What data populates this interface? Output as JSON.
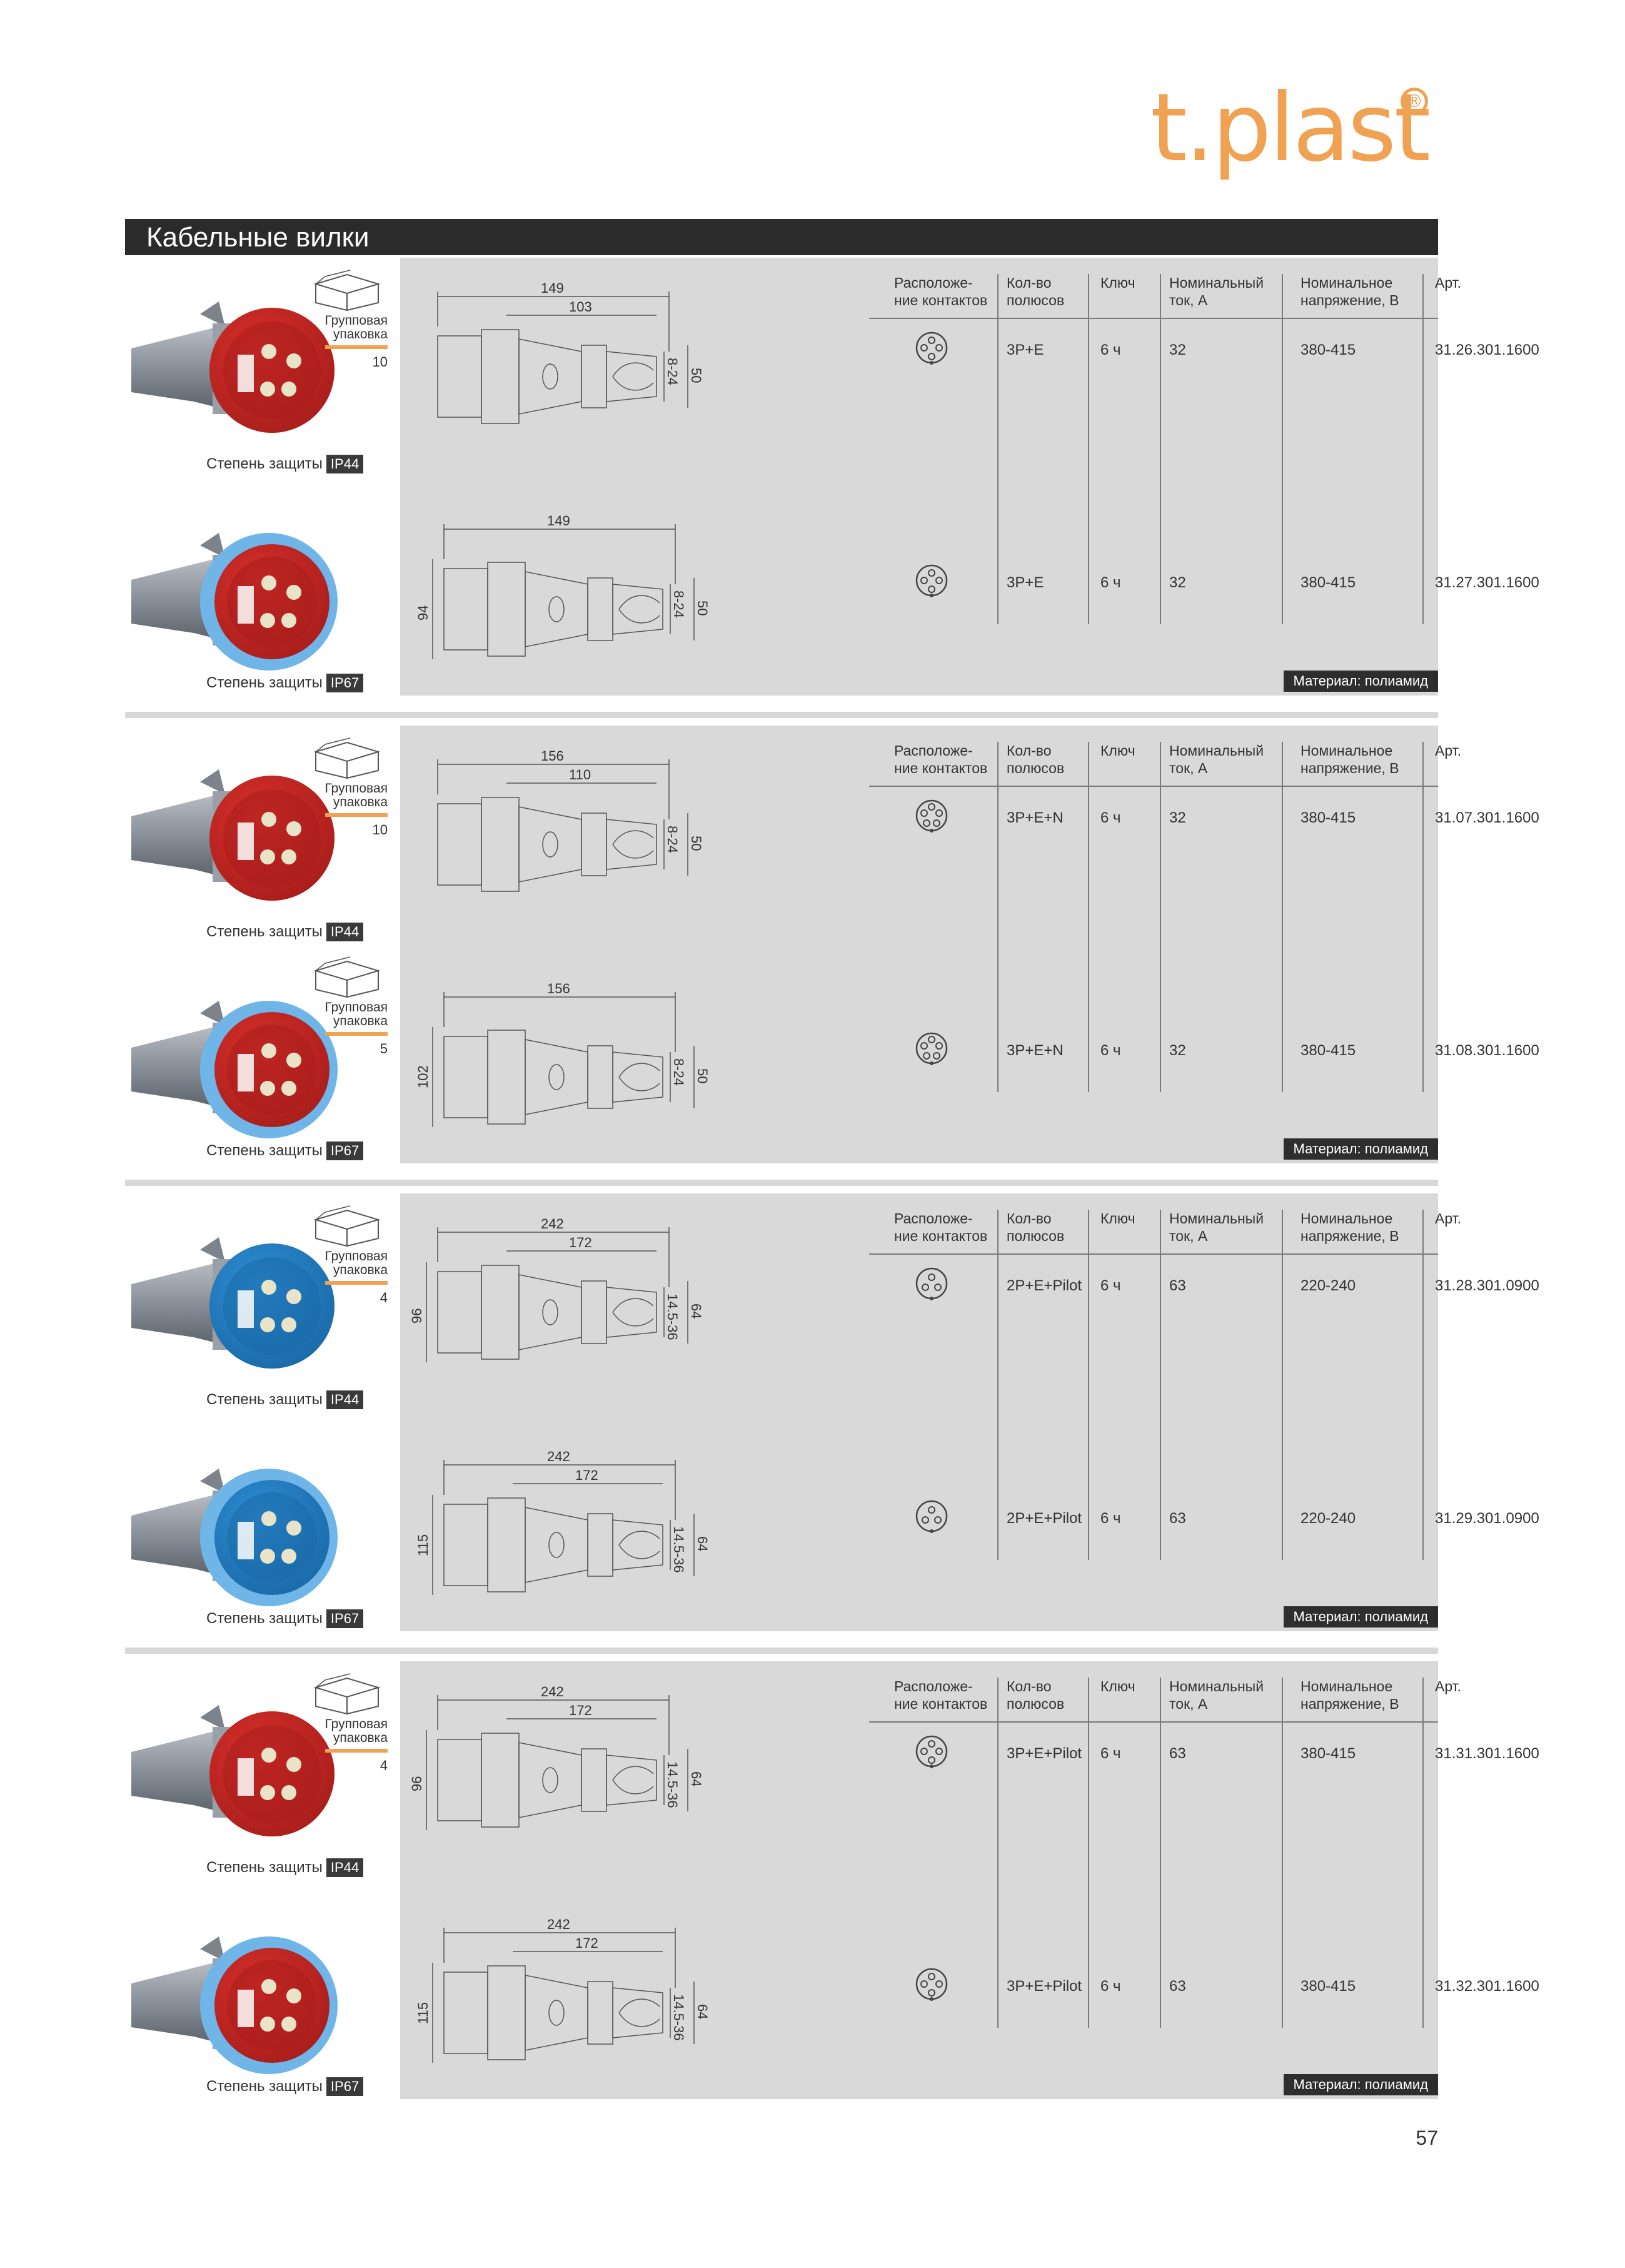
{
  "brand": {
    "name": "t.plast",
    "registered": "®",
    "color": "#f0a152"
  },
  "page_title": "Кабельные вилки",
  "page_number": "57",
  "table_headers": {
    "contacts": "Расположе-\nние контактов",
    "poles": "Кол-во\nполюсов",
    "key": "Ключ",
    "current": "Номинальный\nток, А",
    "voltage": "Номинальное\nнапряжение, В",
    "art": "Арт."
  },
  "labels": {
    "group_pack": "Групповая\nупаковка",
    "protection": "Степень защиты",
    "material": "Материал: полиамид"
  },
  "sections": [
    {
      "pack_counts": [
        "10"
      ],
      "rows": [
        {
          "ip": "IP44",
          "color": "red",
          "dims": {
            "overall": "149",
            "inner": "103",
            "cable": "8-24",
            "height": "50",
            "side": ""
          },
          "poles": "3P+E",
          "key": "6 ч",
          "current": "32",
          "voltage": "380-415",
          "art": "31.26.301.1600"
        },
        {
          "ip": "IP67",
          "color": "red",
          "dims": {
            "overall": "149",
            "inner": "",
            "cable": "8-24",
            "height": "50",
            "side": "94"
          },
          "poles": "3P+E",
          "key": "6 ч",
          "current": "32",
          "voltage": "380-415",
          "art": "31.27.301.1600"
        }
      ]
    },
    {
      "pack_counts": [
        "10",
        "5"
      ],
      "rows": [
        {
          "ip": "IP44",
          "color": "red",
          "dims": {
            "overall": "156",
            "inner": "110",
            "cable": "8-24",
            "height": "50",
            "side": ""
          },
          "poles": "3P+E+N",
          "key": "6 ч",
          "current": "32",
          "voltage": "380-415",
          "art": "31.07.301.1600"
        },
        {
          "ip": "IP67",
          "color": "red",
          "dims": {
            "overall": "156",
            "inner": "",
            "cable": "8-24",
            "height": "50",
            "side": "102"
          },
          "poles": "3P+E+N",
          "key": "6 ч",
          "current": "32",
          "voltage": "380-415",
          "art": "31.08.301.1600"
        }
      ]
    },
    {
      "pack_counts": [
        "4"
      ],
      "rows": [
        {
          "ip": "IP44",
          "color": "blue",
          "dims": {
            "overall": "242",
            "inner": "172",
            "cable": "14.5-36",
            "height": "64",
            "side": "96"
          },
          "poles": "2P+E+Pilot",
          "key": "6 ч",
          "current": "63",
          "voltage": "220-240",
          "art": "31.28.301.0900"
        },
        {
          "ip": "IP67",
          "color": "blue",
          "dims": {
            "overall": "242",
            "inner": "172",
            "cable": "14.5-36",
            "height": "64",
            "side": "115"
          },
          "poles": "2P+E+Pilot",
          "key": "6 ч",
          "current": "63",
          "voltage": "220-240",
          "art": "31.29.301.0900"
        }
      ]
    },
    {
      "pack_counts": [
        "4"
      ],
      "rows": [
        {
          "ip": "IP44",
          "color": "red",
          "dims": {
            "overall": "242",
            "inner": "172",
            "cable": "14.5-36",
            "height": "64",
            "side": "96"
          },
          "poles": "3P+E+Pilot",
          "key": "6 ч",
          "current": "63",
          "voltage": "380-415",
          "art": "31.31.301.1600"
        },
        {
          "ip": "IP67",
          "color": "red",
          "dims": {
            "overall": "242",
            "inner": "172",
            "cable": "14.5-36",
            "height": "64",
            "side": "115"
          },
          "poles": "3P+E+Pilot",
          "key": "6 ч",
          "current": "63",
          "voltage": "380-415",
          "art": "31.32.301.1600"
        }
      ]
    }
  ]
}
